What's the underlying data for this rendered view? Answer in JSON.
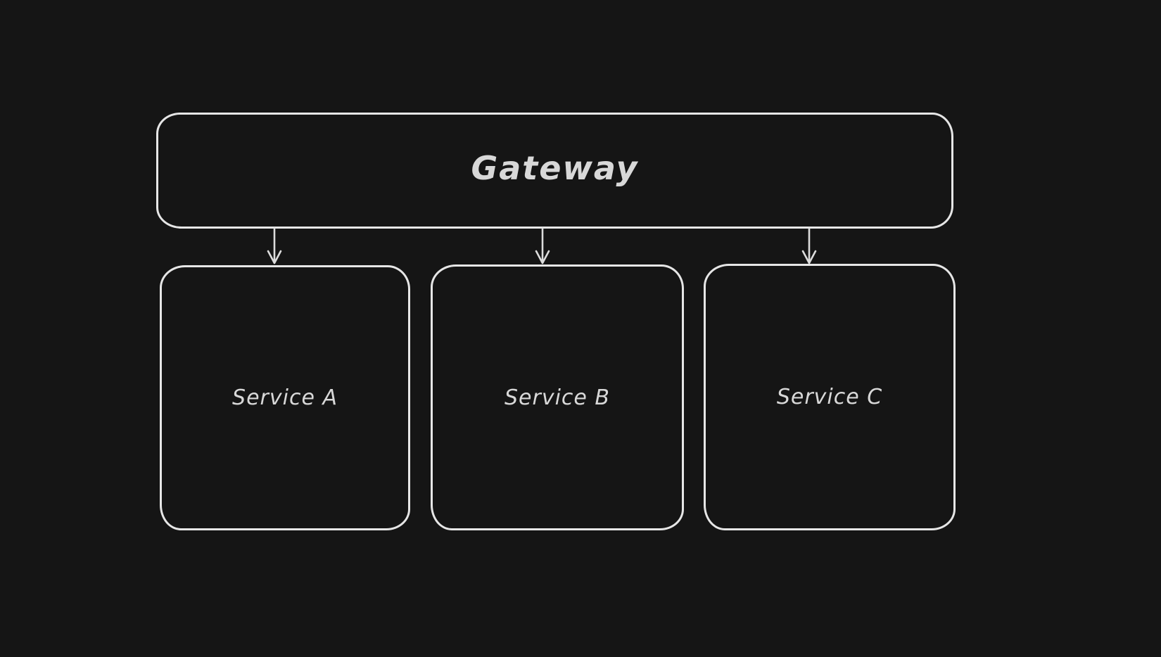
{
  "diagram": {
    "type": "flowchart",
    "theme": "dark-sketch",
    "nodes": [
      {
        "id": "gateway",
        "label": "Gateway",
        "role": "root",
        "shape": "rounded-rectangle"
      },
      {
        "id": "service-a",
        "label": "Service A",
        "role": "child",
        "shape": "rounded-rectangle"
      },
      {
        "id": "service-b",
        "label": "Service B",
        "role": "child",
        "shape": "rounded-rectangle"
      },
      {
        "id": "service-c",
        "label": "Service C",
        "role": "child",
        "shape": "rounded-rectangle"
      }
    ],
    "edges": [
      {
        "from": "gateway",
        "to": "service-a",
        "style": "arrow-down"
      },
      {
        "from": "gateway",
        "to": "service-b",
        "style": "arrow-down"
      },
      {
        "from": "gateway",
        "to": "service-c",
        "style": "arrow-down"
      }
    ],
    "colors": {
      "background": "#151515",
      "node_stroke": "#e6e6e6",
      "arrow_stroke": "#dcdcdc",
      "text": "#d8d8d8"
    }
  }
}
